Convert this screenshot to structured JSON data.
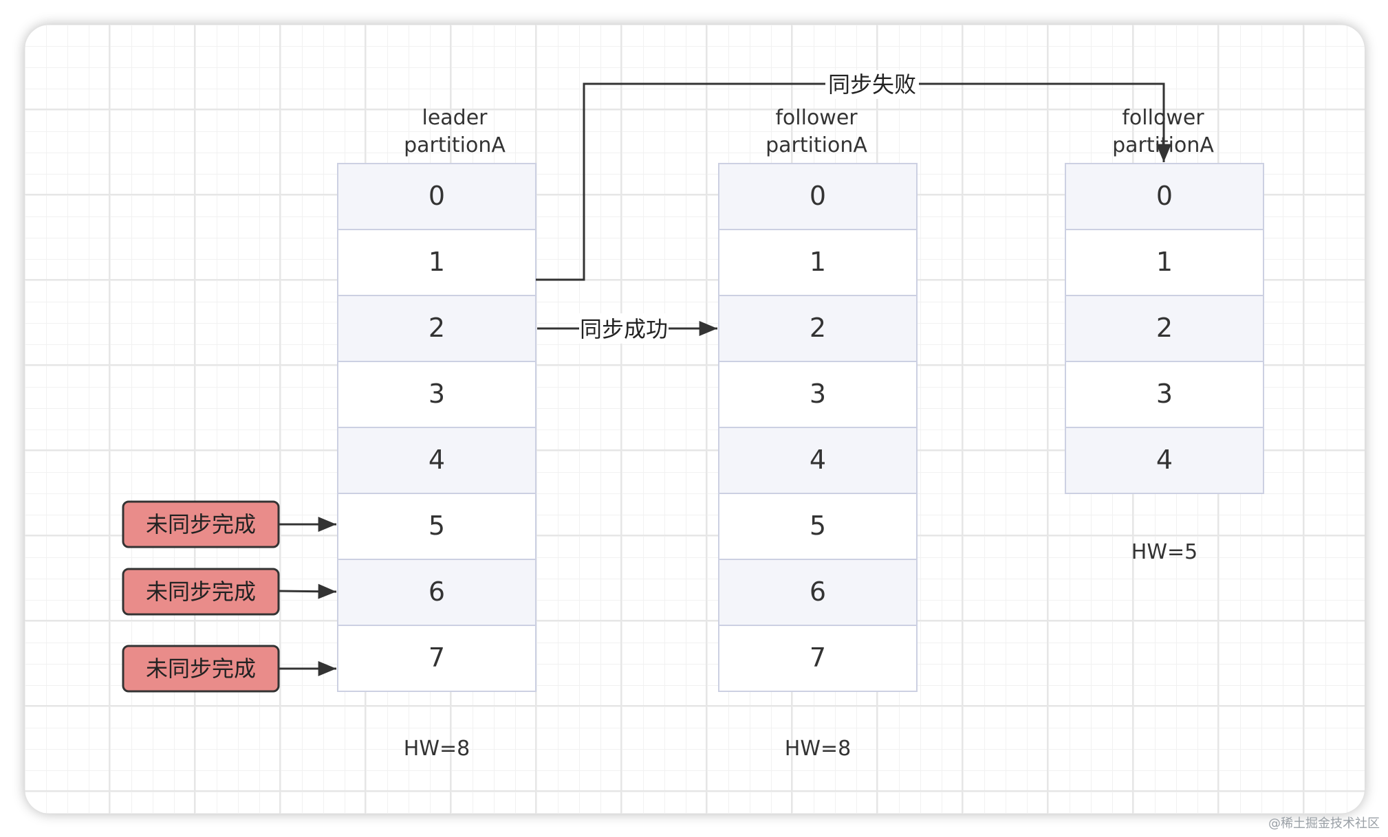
{
  "colors": {
    "cell_fill_even": "#f4f5fa",
    "cell_fill_odd": "#ffffff",
    "cell_border": "#ccd0e2",
    "status_fill": "#e98c8a",
    "edge": "#333333"
  },
  "partitions": [
    {
      "header_line1": "leader",
      "header_line2": "partitionA",
      "cells": [
        "0",
        "1",
        "2",
        "3",
        "4",
        "5",
        "6",
        "7"
      ],
      "hw": "HW=8"
    },
    {
      "header_line1": "follower",
      "header_line2": "partitionA",
      "cells": [
        "0",
        "1",
        "2",
        "3",
        "4",
        "5",
        "6",
        "7"
      ],
      "hw": "HW=8"
    },
    {
      "header_line1": "follower",
      "header_line2": "partitionA",
      "cells": [
        "0",
        "1",
        "2",
        "3",
        "4"
      ],
      "hw": "HW=5"
    }
  ],
  "edges": {
    "sync_success": "同步成功",
    "sync_failure": "同步失败"
  },
  "status_labels": [
    "未同步完成",
    "未同步完成",
    "未同步完成"
  ],
  "watermark": "@稀土掘金技术社区"
}
